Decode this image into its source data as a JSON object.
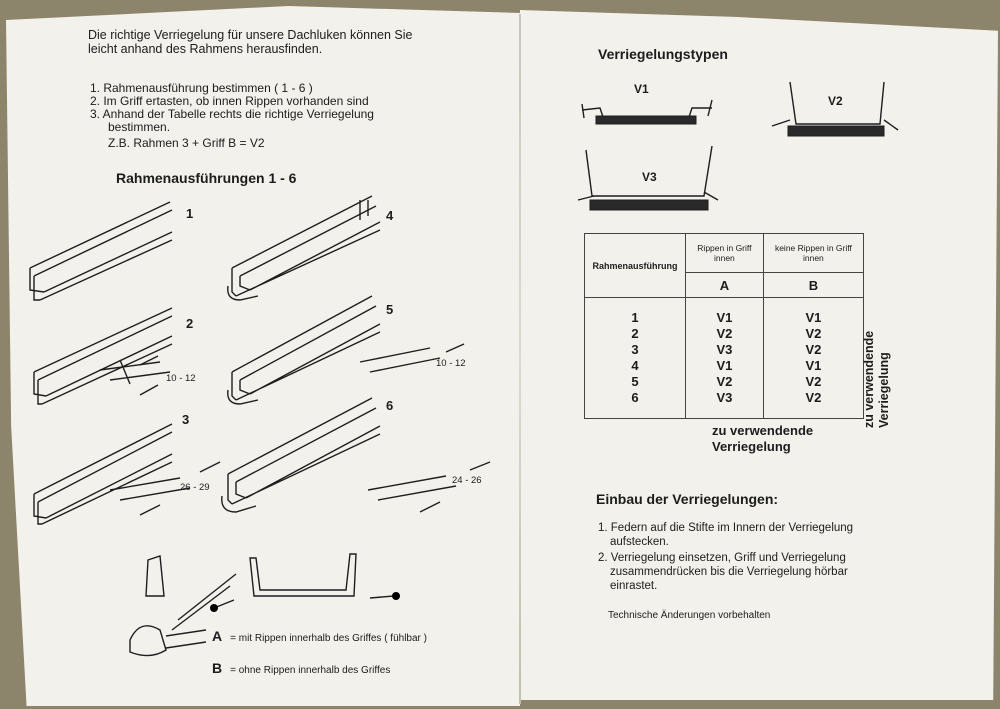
{
  "intro": {
    "line1": "Die richtige Verriegelung für unsere Dachluken können Sie",
    "line2": "leicht anhand des Rahmens herausfinden."
  },
  "steps": [
    "1. Rahmenausführung bestimmen ( 1 - 6 )",
    "2. Im Griff ertasten, ob innen Rippen vorhanden sind",
    "3. Anhand der Tabelle rechts die richtige Verriegelung",
    "bestimmen."
  ],
  "example": "Z.B. Rahmen 3 + Griff B = V2",
  "frames": {
    "title": "Rahmenausführungen 1 - 6",
    "numbers": [
      "1",
      "2",
      "3",
      "4",
      "5",
      "6"
    ],
    "dims": [
      "10 - 12",
      "10 - 12",
      "26 - 29",
      "24 - 26"
    ]
  },
  "legend": {
    "a_letter": "A",
    "a_text": "= mit Rippen innerhalb des Griffes ( fühlbar )",
    "b_letter": "B",
    "b_text": "= ohne Rippen innerhalb des Griffes"
  },
  "lock_types": {
    "title": "Verriegelungstypen",
    "labels": [
      "V1",
      "V2",
      "V3"
    ]
  },
  "table": {
    "row_header": "Rahmenausführung",
    "col_a_header": "Rippen in Griff innen",
    "col_b_header": "keine Rippen in Griff innen",
    "col_a_letter": "A",
    "col_b_letter": "B",
    "rows": [
      {
        "frame": "1",
        "a": "V1",
        "b": "V1"
      },
      {
        "frame": "2",
        "a": "V2",
        "b": "V2"
      },
      {
        "frame": "3",
        "a": "V3",
        "b": "V2"
      },
      {
        "frame": "4",
        "a": "V1",
        "b": "V1"
      },
      {
        "frame": "5",
        "a": "V2",
        "b": "V2"
      },
      {
        "frame": "6",
        "a": "V3",
        "b": "V2"
      }
    ],
    "caption_line1": "zu verwendende",
    "caption_line2": "Verriegelung",
    "side_caption_line1": "zu verwendende",
    "side_caption_line2": "Verriegelung"
  },
  "installation": {
    "title": "Einbau der Verriegelungen:",
    "steps": [
      {
        "first": "1. Federn auf die Stifte im Innern der Verriegelung",
        "rest": [
          "aufstecken."
        ]
      },
      {
        "first": "2. Verriegelung einsetzen, Griff und Verriegelung",
        "rest": [
          "zusammendrücken bis die Verriegelung hörbar",
          "einrastet."
        ]
      }
    ]
  },
  "note": "Technische Änderungen vorbehalten",
  "colors": {
    "paper": "#f2f1ec",
    "background": "#8d846c",
    "ink": "#1c1c1c"
  }
}
